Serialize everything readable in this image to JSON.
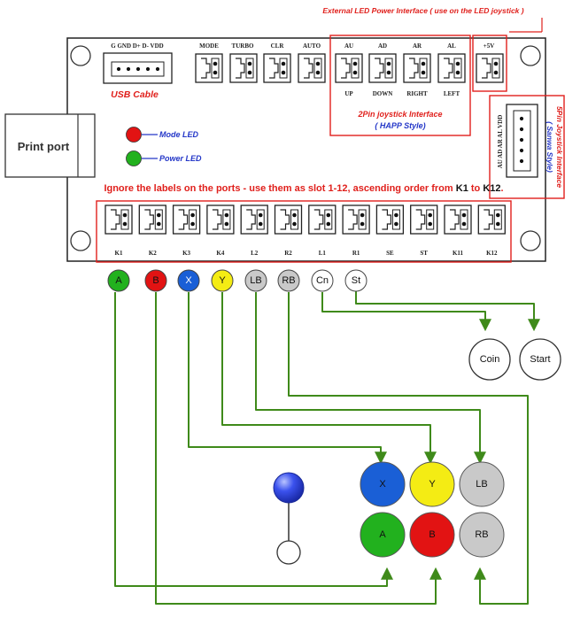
{
  "title_note": "External LED Power Interface ( use on the LED joystick )",
  "top_connectors": {
    "usb": "G GND D+ D- VDD",
    "mode": "MODE",
    "turbo": "TURBO",
    "clr": "CLR",
    "auto": "AUTO",
    "au": "AU",
    "ad": "AD",
    "ar": "AR",
    "al": "AL",
    "v5": "+5V"
  },
  "direction_labels": {
    "up": "UP",
    "down": "DOWN",
    "right": "RIGHT",
    "left": "LEFT"
  },
  "usb_cable": "USB Cable",
  "happ_line1": "2Pin joystick Interface",
  "happ_line2": "( HAPP Style)",
  "sanwa_line1": "( Sanwa Style)",
  "sanwa_line2": "5Pin Joystick Interface",
  "sanwa_pins": "AU AD AR AL VDD",
  "print_port": "Print port",
  "mode_led": "Mode LED",
  "power_led": "Power LED",
  "ignore_note": {
    "prefix": "Ignore the labels on the ports - use them as slot 1-12, ascending order from ",
    "k1": "K1",
    "to": " to ",
    "k12": "K12",
    "suffix": "."
  },
  "bottom_ports": [
    "K1",
    "K2",
    "K3",
    "K4",
    "L2",
    "R2",
    "L1",
    "R1",
    "SE",
    "ST",
    "K11",
    "K12"
  ],
  "wire_buttons": [
    {
      "label": "A",
      "color": "#22b11e",
      "text_color": "#111111"
    },
    {
      "label": "B",
      "color": "#e21313",
      "text_color": "#111111"
    },
    {
      "label": "X",
      "color": "#1a5fd6",
      "text_color": "#ffffff"
    },
    {
      "label": "Y",
      "color": "#f4ec14",
      "text_color": "#111111"
    },
    {
      "label": "LB",
      "color": "#c9c9c9",
      "text_color": "#111111"
    },
    {
      "label": "RB",
      "color": "#c9c9c9",
      "text_color": "#111111"
    },
    {
      "label": "Cn",
      "color": "#ffffff",
      "text_color": "#111111"
    },
    {
      "label": "St",
      "color": "#ffffff",
      "text_color": "#111111"
    }
  ],
  "panel_buttons": {
    "coin": "Coin",
    "start": "Start",
    "x": "X",
    "y": "Y",
    "lb": "LB",
    "a": "A",
    "b": "B",
    "rb": "RB"
  },
  "colors": {
    "wire": "#3f8a1a",
    "outline_red": "#e0201c",
    "led_red": "#e21313",
    "led_green": "#22b11e",
    "joystick_ball": "#2b3fe0"
  }
}
